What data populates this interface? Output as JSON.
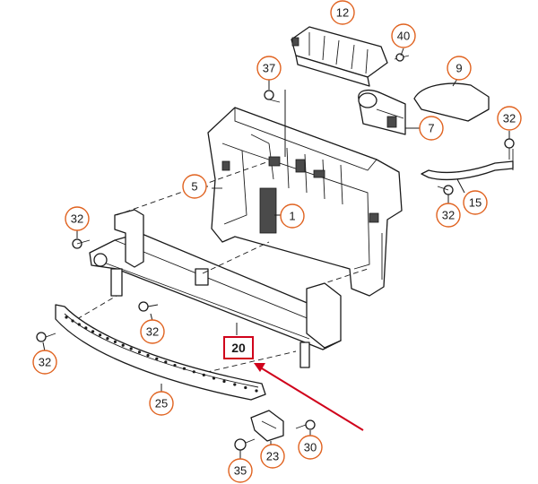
{
  "callouts": {
    "c12": "12",
    "c40": "40",
    "c9": "9",
    "c37": "37",
    "c7": "7",
    "c32a": "32",
    "c5": "5",
    "c1": "1",
    "c15": "15",
    "c32b": "32",
    "c32c": "32",
    "c32d": "32",
    "c32e": "32",
    "c25": "25",
    "c23": "23",
    "c30": "30",
    "c35": "35"
  },
  "highlight": {
    "part_number": "20",
    "border_color": "#d0021b",
    "arrow_color": "#d0021b"
  },
  "colors": {
    "callout_ring": "#e0621f",
    "line": "#1a1a1a"
  }
}
